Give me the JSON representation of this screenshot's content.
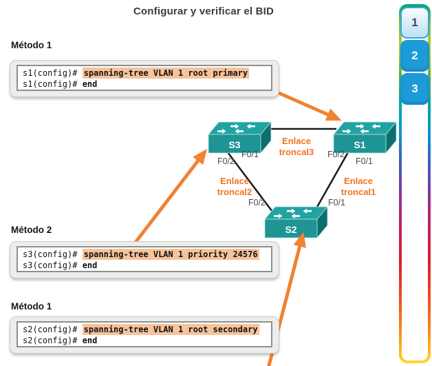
{
  "title": "Configurar y verificar el BID",
  "sections": [
    {
      "label": "Método 1",
      "lines": [
        {
          "prompt": "s1(config)# ",
          "command": "spanning-tree VLAN 1 root primary"
        },
        {
          "prompt": "s1(config)# ",
          "command": "end"
        }
      ]
    },
    {
      "label": "Método 2",
      "lines": [
        {
          "prompt": "s3(config)# ",
          "command": "spanning-tree VLAN 1 priority 24576"
        },
        {
          "prompt": "s3(config)# ",
          "command": "end"
        }
      ]
    },
    {
      "label": "Método 1",
      "lines": [
        {
          "prompt": "s2(config)# ",
          "command": "spanning-tree VLAN 1 root secondary"
        },
        {
          "prompt": "s2(config)# ",
          "command": "end"
        }
      ]
    }
  ],
  "topology": {
    "switches": [
      {
        "name": "S3"
      },
      {
        "name": "S1"
      },
      {
        "name": "S2"
      }
    ],
    "trunks": [
      {
        "line1": "Enlace",
        "line2": "troncal3"
      },
      {
        "line1": "Enlace",
        "line2": "troncal2"
      },
      {
        "line1": "Enlace",
        "line2": "troncal1"
      }
    ],
    "ports": {
      "s3_left": "F0/2",
      "s3_right": "F0/1",
      "s1_left": "F0/2",
      "s1_right": "F0/1",
      "s2_left": "F0/2",
      "s2_right": "F0/1"
    }
  },
  "stepper": {
    "steps": [
      {
        "label": "1"
      },
      {
        "label": "2"
      },
      {
        "label": "3"
      }
    ]
  },
  "colors": {
    "accent_orange": "#f4731f",
    "arrow_orange": "#f08232",
    "switch_teal": "#1e9494",
    "highlight_peach": "#f6c39b",
    "button_blue": "#1c9bd8"
  }
}
